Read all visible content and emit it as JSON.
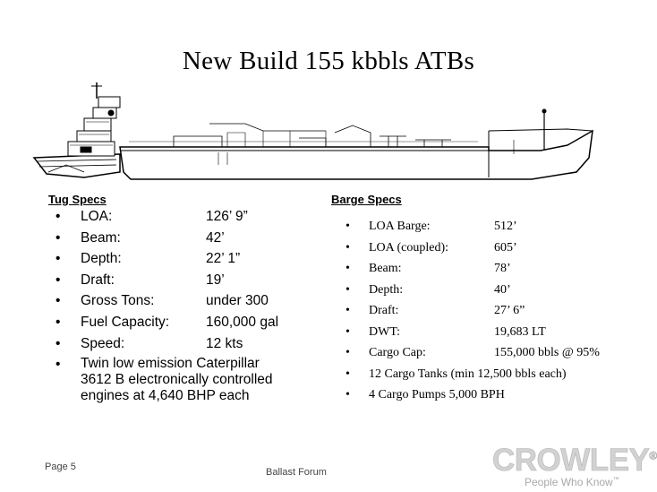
{
  "title": "New Build 155 kbbls ATBs",
  "tug": {
    "heading": "Tug Specs",
    "items": [
      {
        "label": "LOA:",
        "value": "126’ 9”"
      },
      {
        "label": "Beam:",
        "value": "42’"
      },
      {
        "label": "Depth:",
        "value": "22’ 1”"
      },
      {
        "label": "Draft:",
        "value": "19’"
      },
      {
        "label": "Gross Tons:",
        "value": "under 300"
      },
      {
        "label": "Fuel Capacity:",
        "value": "160,000 gal"
      },
      {
        "label": "Speed:",
        "value": "12 kts"
      }
    ],
    "engines_line1": "Twin low emission Caterpillar",
    "engines_line2": "3612 B electronically controlled",
    "engines_line3": "engines at 4,640 BHP each"
  },
  "barge": {
    "heading": "Barge Specs",
    "items": [
      {
        "label": "LOA Barge:",
        "value": "512’"
      },
      {
        "label": "LOA (coupled):",
        "value": "605’"
      },
      {
        "label": "Beam:",
        "value": "78’"
      },
      {
        "label": "Depth:",
        "value": "40’"
      },
      {
        "label": "Draft:",
        "value": "27’ 6”"
      },
      {
        "label": "DWT:",
        "value": "19,683 LT"
      },
      {
        "label": "Cargo Cap:",
        "value": "155,000 bbls @ 95%"
      }
    ],
    "tanks": "12 Cargo Tanks (min 12,500 bbls each)",
    "pumps": "4 Cargo Pumps 5,000 BPH"
  },
  "bullet": "•",
  "footer": {
    "page": "Page 5",
    "center": "Ballast Forum"
  },
  "logo": {
    "word": "CROWLEY",
    "reg": "®",
    "tagline": "People Who Know",
    "tm": "™"
  }
}
